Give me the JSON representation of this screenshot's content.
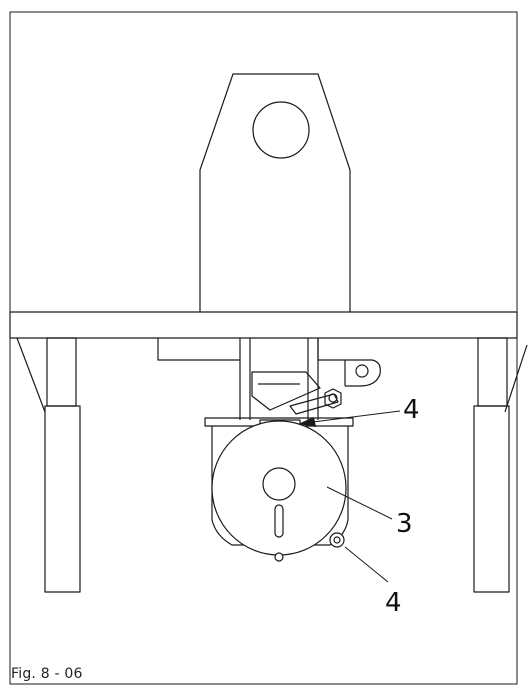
{
  "figure": {
    "caption": "Fig. 8 - 06",
    "callouts": {
      "top": "4",
      "middle": "3",
      "bottom": "4"
    }
  }
}
